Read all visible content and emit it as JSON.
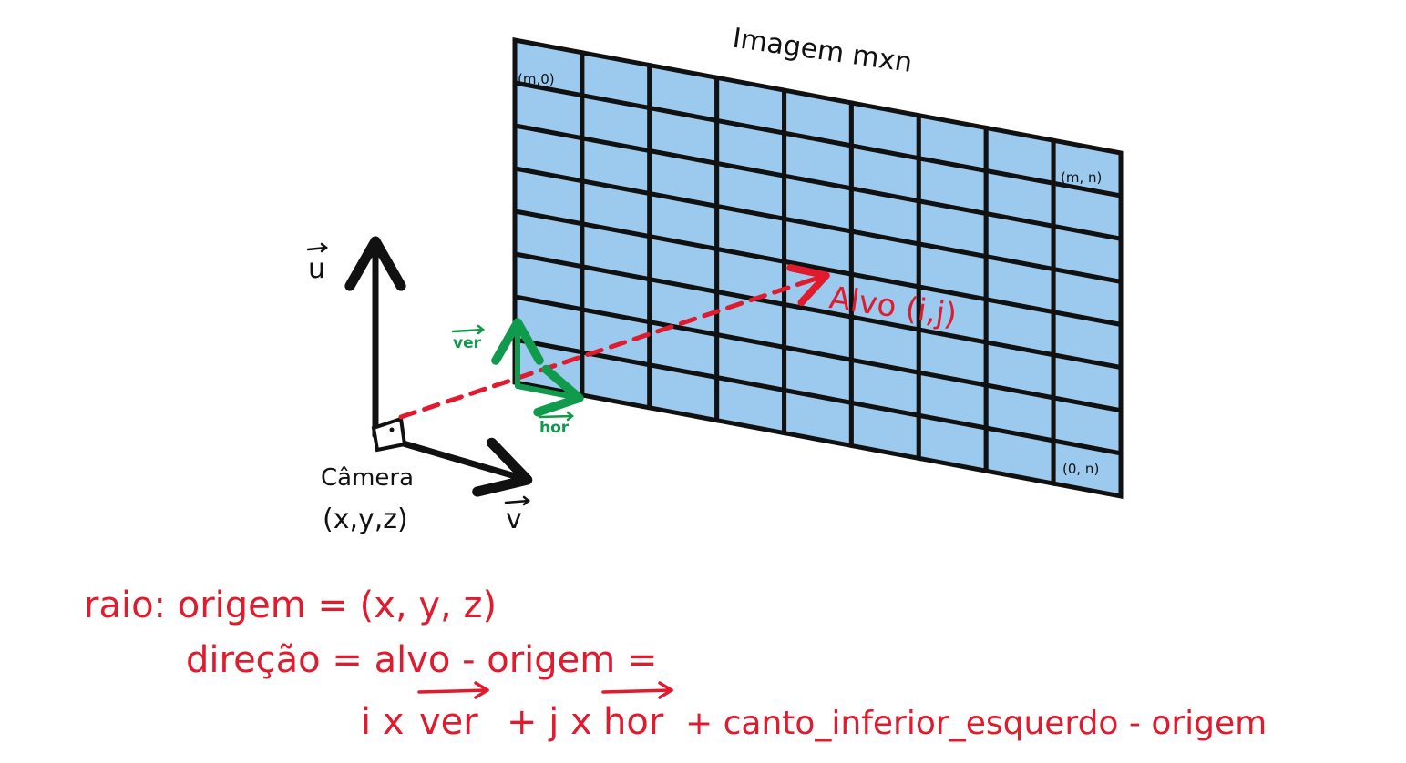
{
  "diagram": {
    "image_title": "Imagem mxn",
    "corner_top_left": "(m,0)",
    "corner_top_right": "(m, n)",
    "corner_bottom_right": "(0, n)",
    "target_label": "Alvo (i,j)",
    "camera_label": "Câmera",
    "camera_coords": "(x,y,z)",
    "axis_u_label": "u",
    "axis_v_label": "v",
    "vec_ver_label": "ver",
    "vec_hor_label": "hor",
    "grid": {
      "rows": 8,
      "cols": 9
    }
  },
  "formula": {
    "line1": "raio: origem = (x, y, z)",
    "line2": "direção = alvo - origem =",
    "line3_i": "i x",
    "line3_ver": "ver",
    "line3_plus_j": "+ j x",
    "line3_hor": "hor",
    "line3_rest": "+ canto_inferior_esquerdo - origem"
  },
  "colors": {
    "cell_fill": "#9ccaee",
    "grid_line": "#111111",
    "ray_red": "#e01b2d",
    "vector_green": "#0f9a4c",
    "axis_black": "#111111"
  }
}
